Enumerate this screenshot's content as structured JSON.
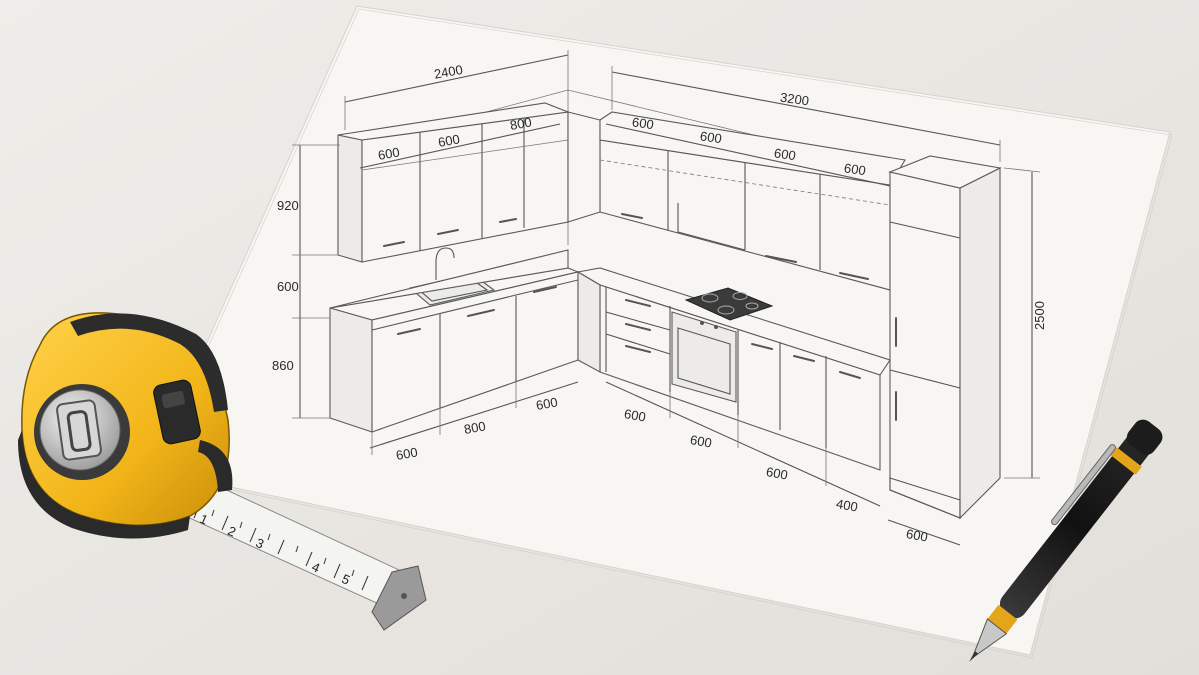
{
  "dimensions": {
    "top_left_width": "2400",
    "top_right_width": "3200",
    "upper_left_1": "600",
    "upper_left_2": "600",
    "upper_left_3": "800",
    "upper_right_1": "600",
    "upper_right_2": "600",
    "upper_right_3": "600",
    "upper_right_4": "600",
    "wall_height_upper": "920",
    "wall_height_backsplash": "600",
    "wall_height_base": "860",
    "tall_unit_height": "2500",
    "base_left_1": "600",
    "base_left_2": "800",
    "base_left_3": "600",
    "base_right_1": "600",
    "base_right_2": "600",
    "base_right_3": "600",
    "base_right_4": "400",
    "tall_unit_depth": "600"
  },
  "tape_numbers": [
    "1",
    "2",
    "3",
    "4",
    "5"
  ],
  "colors": {
    "tape_yellow": "#f2b519",
    "tape_dark": "#2a2a2a",
    "paper": "#f7f6f3",
    "background": "#e9e7e3"
  }
}
